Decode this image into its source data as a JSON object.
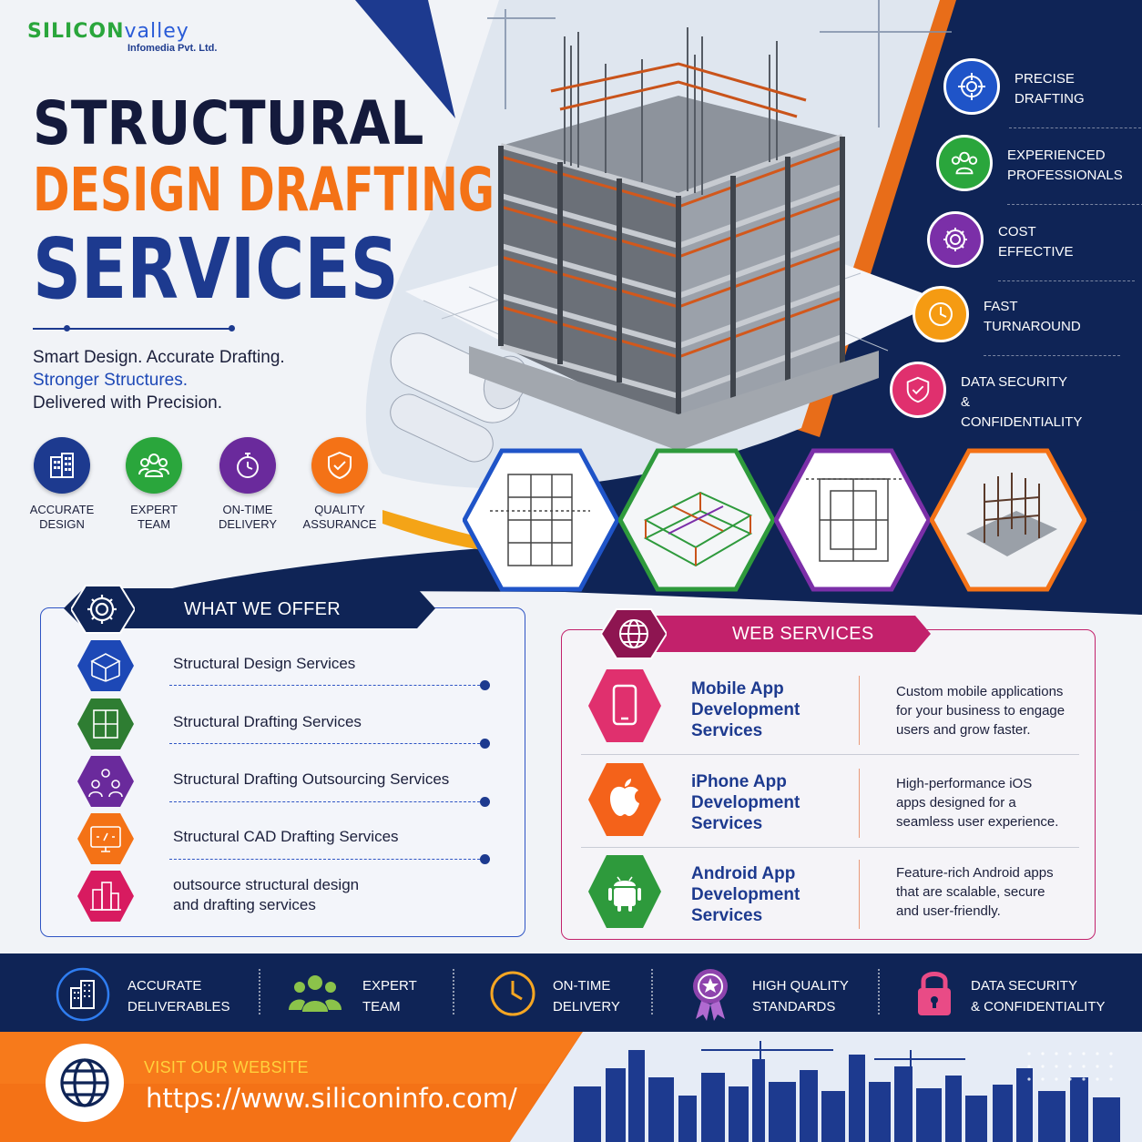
{
  "brand": {
    "logo_part1": "SILICON",
    "logo_part2": "valley",
    "logo_sub": "Infomedia Pvt. Ltd."
  },
  "hero": {
    "title_line1": "STRUCTURAL",
    "title_line2": "DESIGN DRAFTING",
    "title_line3": "SERVICES",
    "tagline_line1": "Smart Design. Accurate Drafting.",
    "tagline_line2": "Stronger Structures.",
    "tagline_line3": "Delivered with Precision."
  },
  "features": [
    {
      "line1": "ACCURATE",
      "line2": "DESIGN",
      "icon": "building-icon",
      "color": "#1d3a8f"
    },
    {
      "line1": "EXPERT",
      "line2": "TEAM",
      "icon": "team-icon",
      "color": "#2aa63c"
    },
    {
      "line1": "ON-TIME",
      "line2": "DELIVERY",
      "icon": "stopwatch-icon",
      "color": "#6a2a9c"
    },
    {
      "line1": "QUALITY",
      "line2": "ASSURANCE",
      "icon": "shield-icon",
      "color": "#f47216"
    }
  ],
  "benefits": [
    {
      "line1": "PRECISE",
      "line2": "DRAFTING",
      "icon": "target-icon",
      "color": "#1f54c8"
    },
    {
      "line1": "EXPERIENCED",
      "line2": "PROFESSIONALS",
      "icon": "team-icon",
      "color": "#2aa63c"
    },
    {
      "line1": "COST",
      "line2": "EFFECTIVE",
      "icon": "gear-icon",
      "color": "#7b2fa8"
    },
    {
      "line1": "FAST",
      "line2": "TURNAROUND",
      "icon": "clock-icon",
      "color": "#f59b12"
    },
    {
      "line1": "DATA SECURITY",
      "line2": "& CONFIDENTIALITY",
      "icon": "shield-check-icon",
      "color": "#e0306e"
    }
  ],
  "offer": {
    "heading": "WHAT WE OFFER",
    "items": [
      {
        "label": "Structural Design Services",
        "icon": "frame-structure-icon",
        "color": "#1d48b6"
      },
      {
        "label": "Structural Drafting Services",
        "icon": "blueprint-icon",
        "color": "#2e7d32"
      },
      {
        "label": "Structural Drafting Outsourcing Services",
        "icon": "outsourcing-icon",
        "color": "#6a2a9c"
      },
      {
        "label": "Structural CAD Drafting Services",
        "icon": "cad-monitor-icon",
        "color": "#f47216"
      },
      {
        "label_line1": "outsource structural design",
        "label_line2": "and drafting services",
        "icon": "city-icon",
        "color": "#d81b60"
      }
    ]
  },
  "web": {
    "heading": "WEB SERVICES",
    "services": [
      {
        "title1": "Mobile App",
        "title2": "Development",
        "title3": "Services",
        "desc1": "Custom mobile applications",
        "desc2": "for your business to engage",
        "desc3": "users and grow faster.",
        "icon": "smartphone-icon",
        "color": "#e0306e"
      },
      {
        "title1": "iPhone App",
        "title2": "Development",
        "title3": "Services",
        "desc1": "High-performance iOS",
        "desc2": "apps designed for a",
        "desc3": "seamless user experience.",
        "icon": "apple-icon",
        "color": "#f4621a"
      },
      {
        "title1": "Android App",
        "title2": "Development",
        "title3": "Services",
        "desc1": "Feature-rich Android apps",
        "desc2": "that are scalable, secure",
        "desc3": "and user-friendly.",
        "icon": "android-icon",
        "color": "#2e9a3c"
      }
    ]
  },
  "bottom_bar": [
    {
      "line1": "ACCURATE",
      "line2": "DELIVERABLES",
      "icon": "building-icon"
    },
    {
      "line1": "EXPERT",
      "line2": "TEAM",
      "icon": "team-icon"
    },
    {
      "line1": "ON-TIME",
      "line2": "DELIVERY",
      "icon": "clock-icon"
    },
    {
      "line1": "HIGH QUALITY",
      "line2": "STANDARDS",
      "icon": "award-badge-icon"
    },
    {
      "line1": "DATA SECURITY",
      "line2": "& CONFIDENTIALITY",
      "icon": "padlock-icon"
    }
  ],
  "footer": {
    "visit_label": "VISIT OUR WEBSITE",
    "url": "https://www.siliconinfo.com/"
  },
  "colors": {
    "navy": "#0f2456",
    "brand_blue": "#1d3a8f",
    "orange": "#f47216",
    "magenta": "#c2216b"
  }
}
